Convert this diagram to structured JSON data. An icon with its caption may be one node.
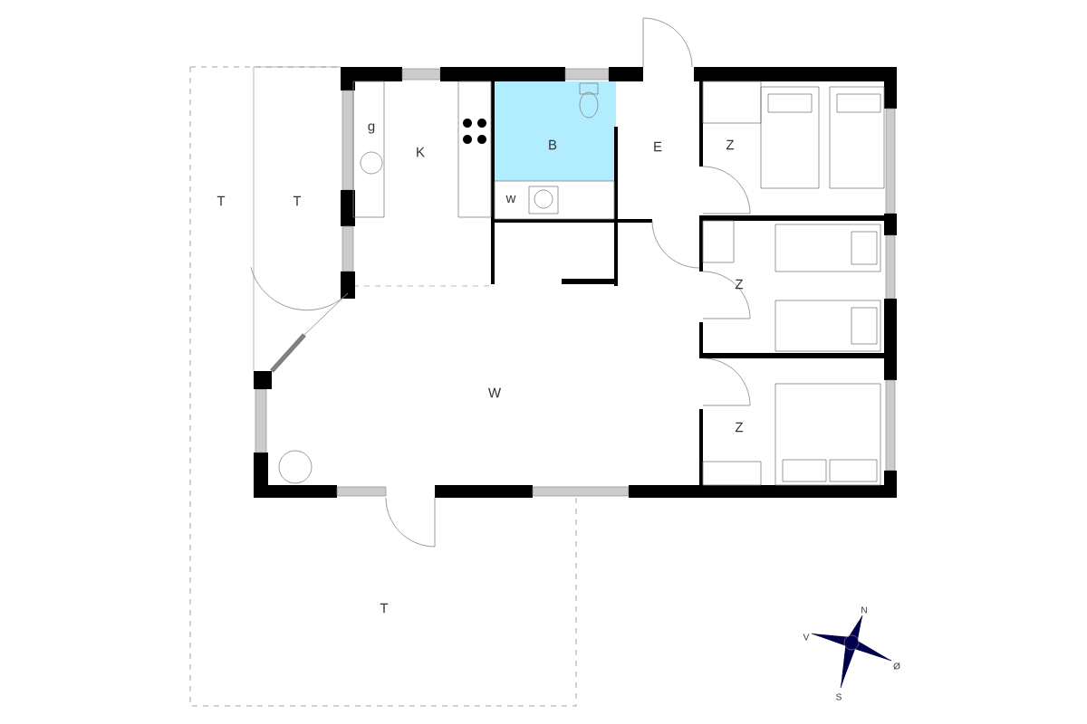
{
  "diagram": {
    "labels": [
      "g",
      "K",
      "B",
      "E",
      "Z",
      "T",
      "T",
      "w",
      "Z",
      "W",
      "Z",
      "T",
      "N",
      "V",
      "Ø",
      "S"
    ]
  }
}
